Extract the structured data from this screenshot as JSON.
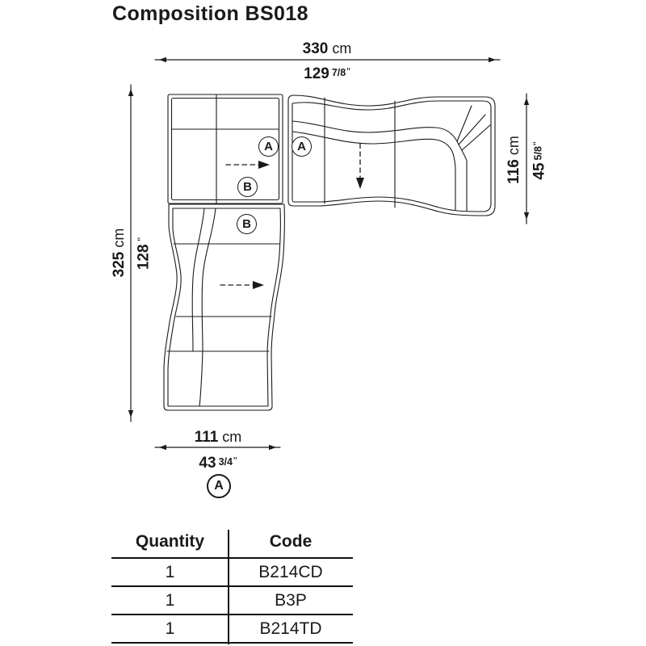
{
  "title": "Composition BS018",
  "labels": {
    "a": "A",
    "b": "B"
  },
  "dimensions": {
    "top": {
      "metric_value": "330",
      "metric_unit": "cm",
      "imperial_whole": "129",
      "imperial_fraction": "7/8",
      "inch_mark": "\""
    },
    "left": {
      "metric_value": "325",
      "metric_unit": "cm",
      "imperial_whole": "128",
      "imperial_fraction": "",
      "inch_mark": "\""
    },
    "right": {
      "metric_value": "116",
      "metric_unit": "cm",
      "imperial_whole": "45",
      "imperial_fraction": "5/8",
      "inch_mark": "\""
    },
    "bottom": {
      "metric_value": "111",
      "metric_unit": "cm",
      "imperial_whole": "43",
      "imperial_fraction": "3/4",
      "inch_mark": "\""
    }
  },
  "table": {
    "headers": [
      "Quantity",
      "Code"
    ],
    "rows": [
      [
        "1",
        "B214CD"
      ],
      [
        "1",
        "B3P"
      ],
      [
        "1",
        "B214TD"
      ]
    ]
  },
  "colors": {
    "ink": "#1a1a1a",
    "background": "#ffffff"
  }
}
